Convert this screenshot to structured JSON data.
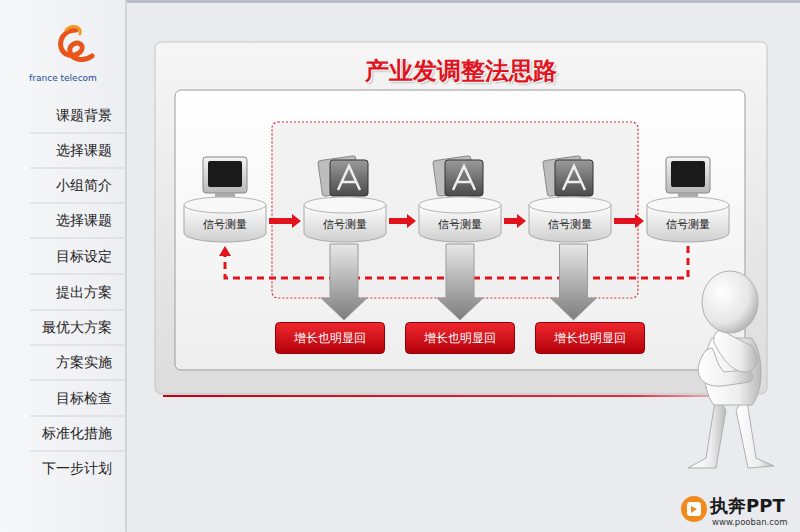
{
  "diagram": {
    "title": "产业发调整法思路",
    "nodes": [
      {
        "text": [
          "信号测量"
        ]
      },
      {
        "text": [
          "信号测量"
        ]
      },
      {
        "text": [
          "信号测量"
        ]
      },
      {
        "text": [
          "信号测量"
        ]
      },
      {
        "text": [
          "信号测量"
        ]
      },
      {
        "text": [
          "增长也明显回"
        ]
      },
      {
        "text": [
          "增长也明显回"
        ]
      },
      {
        "text": [
          "增长也明显回"
        ]
      }
    ],
    "edges": [
      {
        "from": 0,
        "to": 1,
        "arrow": "to"
      },
      {
        "from": 1,
        "to": 2,
        "arrow": "to"
      },
      {
        "from": 2,
        "to": 3,
        "arrow": "to"
      },
      {
        "from": 3,
        "to": 4,
        "arrow": "to"
      },
      {
        "from": 4,
        "to": 0,
        "arrow": "to"
      },
      {
        "from": 1,
        "to": 5,
        "arrow": "to"
      },
      {
        "from": 2,
        "to": 6,
        "arrow": "to"
      },
      {
        "from": 3,
        "to": 7,
        "arrow": "to"
      }
    ],
    "labels": [
      "france telecom",
      "课题背景",
      "选择课题",
      "小组简介",
      "选择课题",
      "目标设定",
      "提出方案",
      "最优大方案",
      "方案实施",
      "目标检查",
      "标准化措施",
      "下一步计划",
      "执奔PPT",
      "www.pooban.com"
    ]
  }
}
